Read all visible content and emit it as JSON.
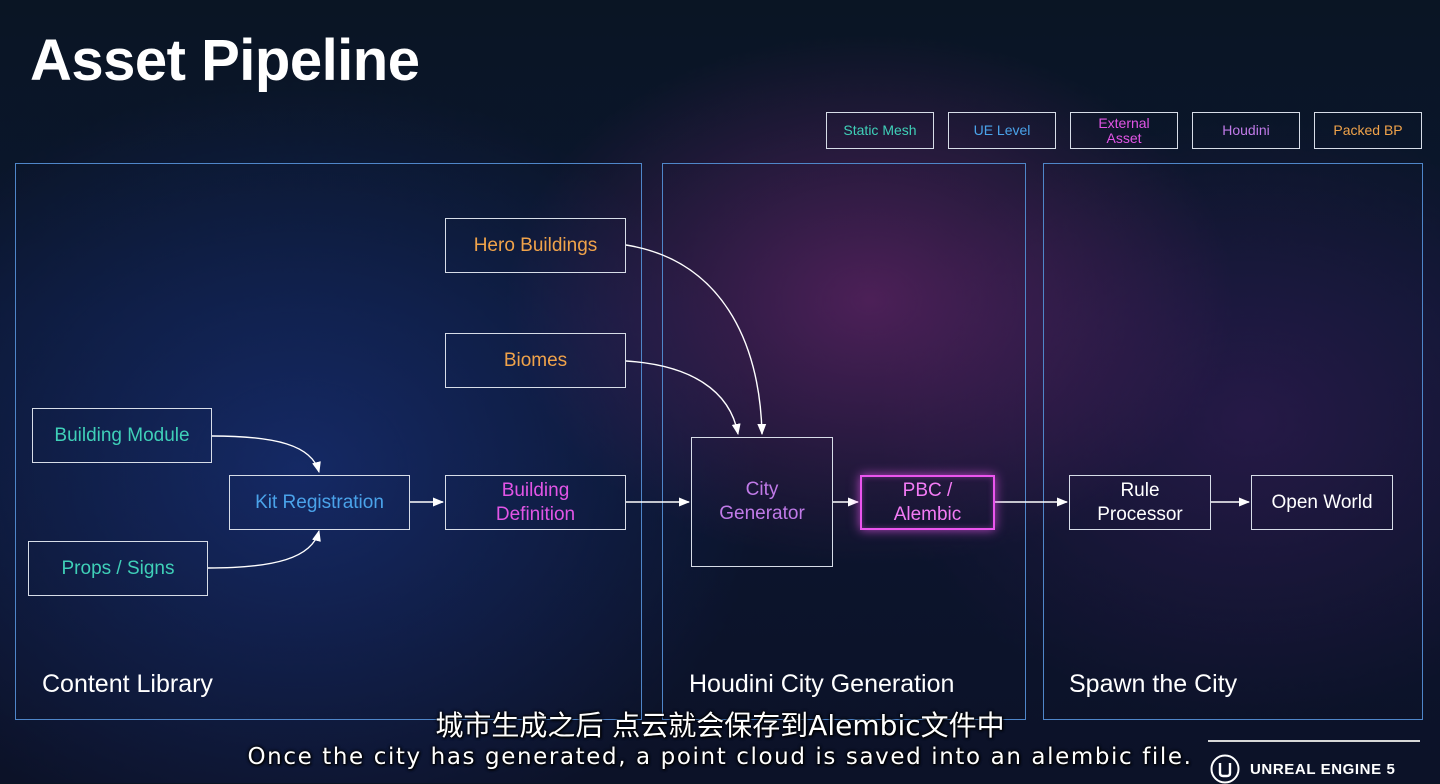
{
  "title": "Asset Pipeline",
  "legend": [
    {
      "label": "Static Mesh",
      "color": "#3fd0b8"
    },
    {
      "label": "UE Level",
      "color": "#4aa3ea"
    },
    {
      "label": "External\nAsset",
      "color": "#e255e6"
    },
    {
      "label": "Houdini",
      "color": "#c07ae8"
    },
    {
      "label": "Packed BP",
      "color": "#f0a34a"
    }
  ],
  "panels": {
    "content_library": "Content Library",
    "houdini_city_generation": "Houdini City Generation",
    "spawn_the_city": "Spawn the City"
  },
  "nodes": {
    "building_module": "Building Module",
    "props_signs": "Props / Signs",
    "kit_registration": "Kit Registration",
    "hero_buildings": "Hero Buildings",
    "biomes": "Biomes",
    "building_definition": "Building\nDefinition",
    "city_generator": "City\nGenerator",
    "pbc_alembic": "PBC /\nAlembic",
    "rule_processor": "Rule\nProcessor",
    "open_world": "Open World"
  },
  "subtitles": {
    "chinese": "城市生成之后 点云就会保存到Alembic文件中",
    "english": "Once the city has generated, a point cloud is saved into an alembic file."
  },
  "branding": {
    "logo_icon": "unreal-engine-logo-icon",
    "text": "UNREAL ENGINE 5"
  }
}
